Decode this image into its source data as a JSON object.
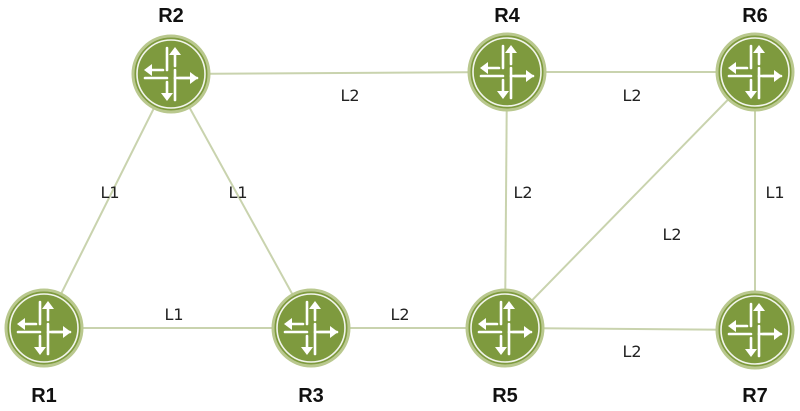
{
  "routers": [
    {
      "id": "R1",
      "label": "R1"
    },
    {
      "id": "R2",
      "label": "R2"
    },
    {
      "id": "R3",
      "label": "R3"
    },
    {
      "id": "R4",
      "label": "R4"
    },
    {
      "id": "R5",
      "label": "R5"
    },
    {
      "id": "R6",
      "label": "R6"
    },
    {
      "id": "R7",
      "label": "R7"
    }
  ],
  "links": [
    {
      "from": "R1",
      "to": "R2",
      "label": "L1"
    },
    {
      "from": "R2",
      "to": "R3",
      "label": "L1"
    },
    {
      "from": "R1",
      "to": "R3",
      "label": "L1"
    },
    {
      "from": "R2",
      "to": "R4",
      "label": "L2"
    },
    {
      "from": "R4",
      "to": "R6",
      "label": "L2"
    },
    {
      "from": "R3",
      "to": "R5",
      "label": "L2"
    },
    {
      "from": "R4",
      "to": "R5",
      "label": "L2"
    },
    {
      "from": "R5",
      "to": "R6",
      "label": "L2"
    },
    {
      "from": "R5",
      "to": "R7",
      "label": "L2"
    },
    {
      "from": "R6",
      "to": "R7",
      "label": "L1"
    }
  ],
  "colors": {
    "router_fill": "#7e9a3e",
    "router_ring": "#b9c88e",
    "link": "#c9d3ae"
  },
  "icon": "router-icon"
}
